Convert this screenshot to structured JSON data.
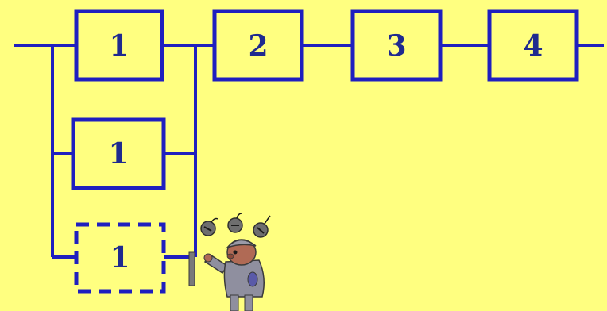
{
  "colors": {
    "background": "#ffff80",
    "wire": "#1f1fbf",
    "label": "#1f2a8f",
    "cartoon_body": "#8f8f9f",
    "cartoon_face": "#b06a55"
  },
  "blocks": {
    "b1_top": "1",
    "b2": "2",
    "b3": "3",
    "b4": "4",
    "b1_mid": "1",
    "b1_dashed": "1"
  },
  "icons": {
    "character": "cartoon-character-icon",
    "bombs": "bombs-icon"
  }
}
